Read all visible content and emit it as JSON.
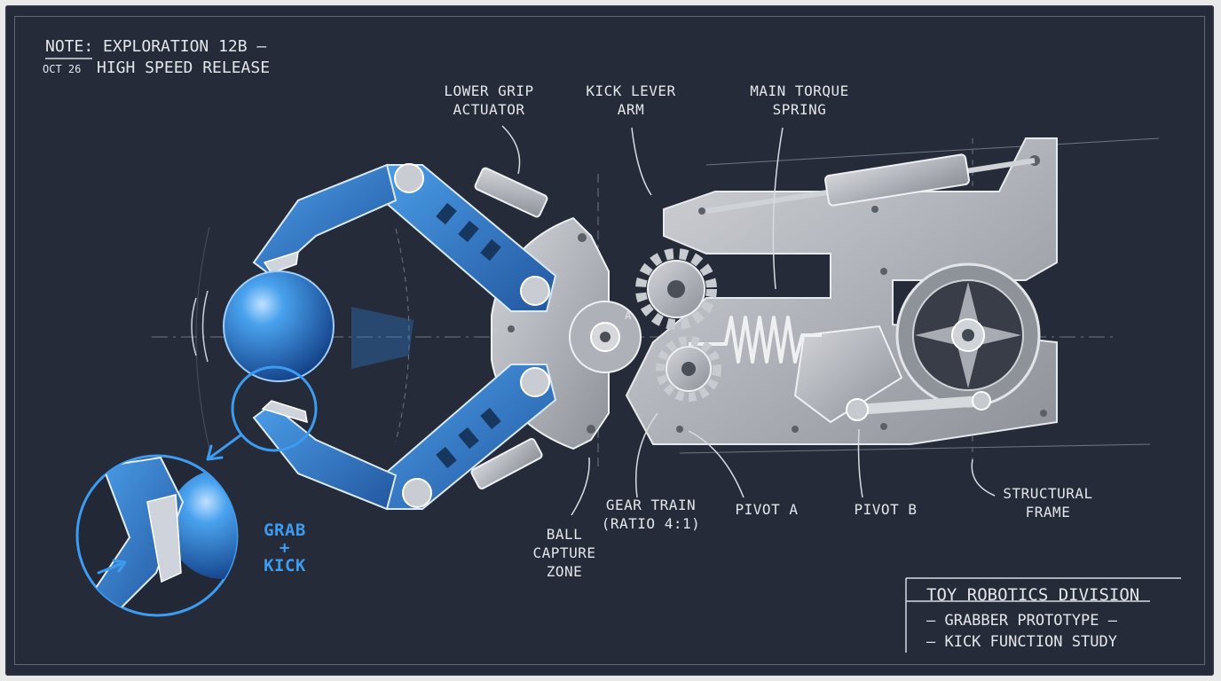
{
  "note": {
    "label": "NOTE",
    "line1": ": EXPLORATION 12B —",
    "date": "OCT 26",
    "line2": "HIGH SPEED RELEASE"
  },
  "callouts": {
    "lower_grip_actuator": [
      "LOWER GRIP",
      "ACTUATOR"
    ],
    "kick_lever_arm": [
      "KICK LEVER",
      "ARM"
    ],
    "main_torque_spring": [
      "MAIN TORQUE",
      "SPRING"
    ],
    "gear_train": [
      "GEAR TRAIN",
      "(RATIO 4:1)"
    ],
    "pivot_a": "PIVOT A",
    "pivot_b": "PIVOT B",
    "ball_capture_zone": [
      "BALL",
      "CAPTURE",
      "ZONE"
    ],
    "structural_frame": [
      "STRUCTURAL",
      "FRAME"
    ],
    "gear_marker": "A"
  },
  "inset": {
    "label": [
      "GRAB",
      "+",
      "KICK"
    ]
  },
  "title_block": {
    "heading": "TOY ROBOTICS DIVISION",
    "line1": "– GRABBER PROTOTYPE –",
    "line2": "– KICK FUNCTION STUDY"
  },
  "colors": {
    "board": "#252b38",
    "accent_blue": "#3d9bf0",
    "metal": "#b9bcc2",
    "chalk": "#e4e6ea"
  }
}
